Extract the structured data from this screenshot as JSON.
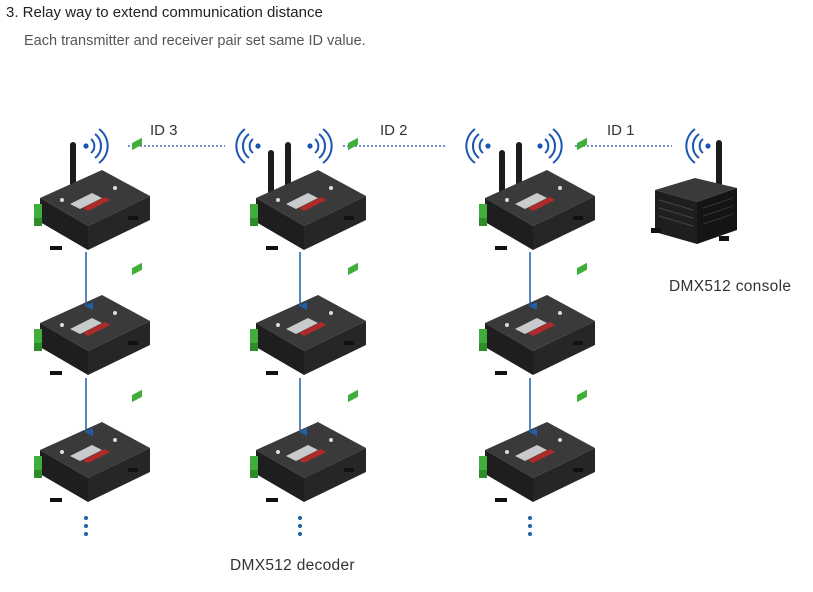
{
  "header": {
    "title": "3. Relay way to extend communication distance",
    "subtitle": "Each transmitter and receiver pair set same ID value."
  },
  "links": [
    {
      "label": "ID 3"
    },
    {
      "label": "ID 2"
    },
    {
      "label": "ID 1"
    }
  ],
  "captions": {
    "decoder": "DMX512 decoder",
    "console": "DMX512 console"
  },
  "colors": {
    "signal": "#1a56b0",
    "device_body": "#2a2a2a",
    "terminal": "#3fae3a",
    "arrow": "#1f5fa8"
  }
}
